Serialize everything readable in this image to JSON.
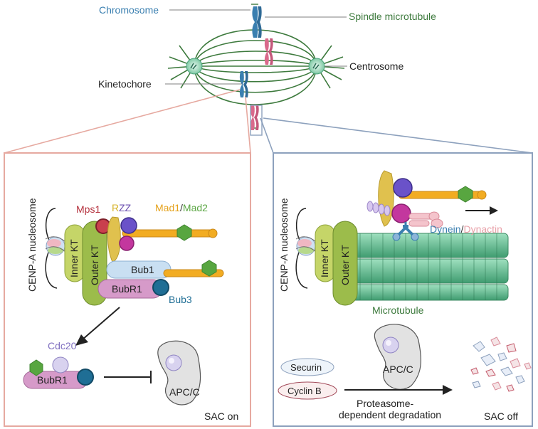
{
  "top": {
    "chromosome": "Chromosome",
    "spindle_microtubule": "Spindle microtubule",
    "centrosome": "Centrosome",
    "kinetochore": "Kinetochore"
  },
  "left_panel": {
    "cenpa": "CENP-A nucleosome",
    "inner_kt": "Inner KT",
    "outer_kt": "Outer KT",
    "mps1": "Mps1",
    "rzz_r": "R",
    "rzz_zz": "ZZ",
    "mad1": "Mad1",
    "slash": "/",
    "mad2": "Mad2",
    "bub1": "Bub1",
    "bubr1": "BubR1",
    "bub3": "Bub3",
    "cdc20": "Cdc20",
    "bubr1_b": "BubR1",
    "apcc": "APC/C",
    "sac": "SAC on"
  },
  "right_panel": {
    "cenpa": "CENP-A nucleosome",
    "inner_kt": "Inner KT",
    "outer_kt": "Outer KT",
    "dynein": "Dynein",
    "slash": "/",
    "dynactin": "Dynactin",
    "microtubule": "Microtubule",
    "securin": "Securin",
    "cyclinb": "Cyclin B",
    "apcc": "APC/C",
    "proteasome_1": "Proteasome-",
    "proteasome_2": "dependent degradation",
    "sac": "SAC off"
  },
  "colors": {
    "spindle": "#3d7a3d",
    "chromosome_blue": "#3a7fb0",
    "chromosome_pink": "#d96a8c",
    "left_border": "#e6a9a0",
    "right_border": "#8da1bd",
    "mad2_green": "#5aa642",
    "mad1_orange": "#e5a21c",
    "dynactin_pink": "#e8a0a8"
  }
}
